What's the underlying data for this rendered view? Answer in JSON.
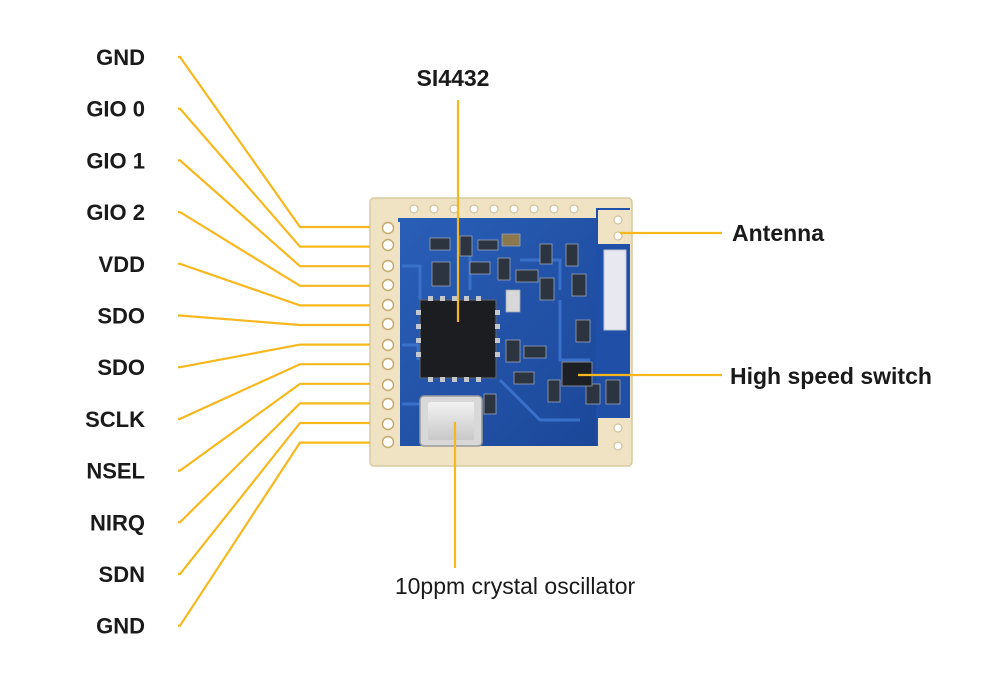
{
  "pins": [
    {
      "label": "GND"
    },
    {
      "label": "GIO 0"
    },
    {
      "label": "GIO 1"
    },
    {
      "label": "GIO 2"
    },
    {
      "label": "VDD"
    },
    {
      "label": "SDO"
    },
    {
      "label": "SDO"
    },
    {
      "label": "SCLK"
    },
    {
      "label": "NSEL"
    },
    {
      "label": "NIRQ"
    },
    {
      "label": "SDN"
    },
    {
      "label": "GND"
    }
  ],
  "callouts": {
    "chip": "SI4432",
    "antenna": "Antenna",
    "switch": "High speed switch",
    "oscillator": "10ppm crystal oscillator"
  },
  "colors": {
    "leader": "#f6b81e",
    "board": "#1f4fa6",
    "pad": "#efe3c4",
    "text": "#1a1a1a"
  }
}
